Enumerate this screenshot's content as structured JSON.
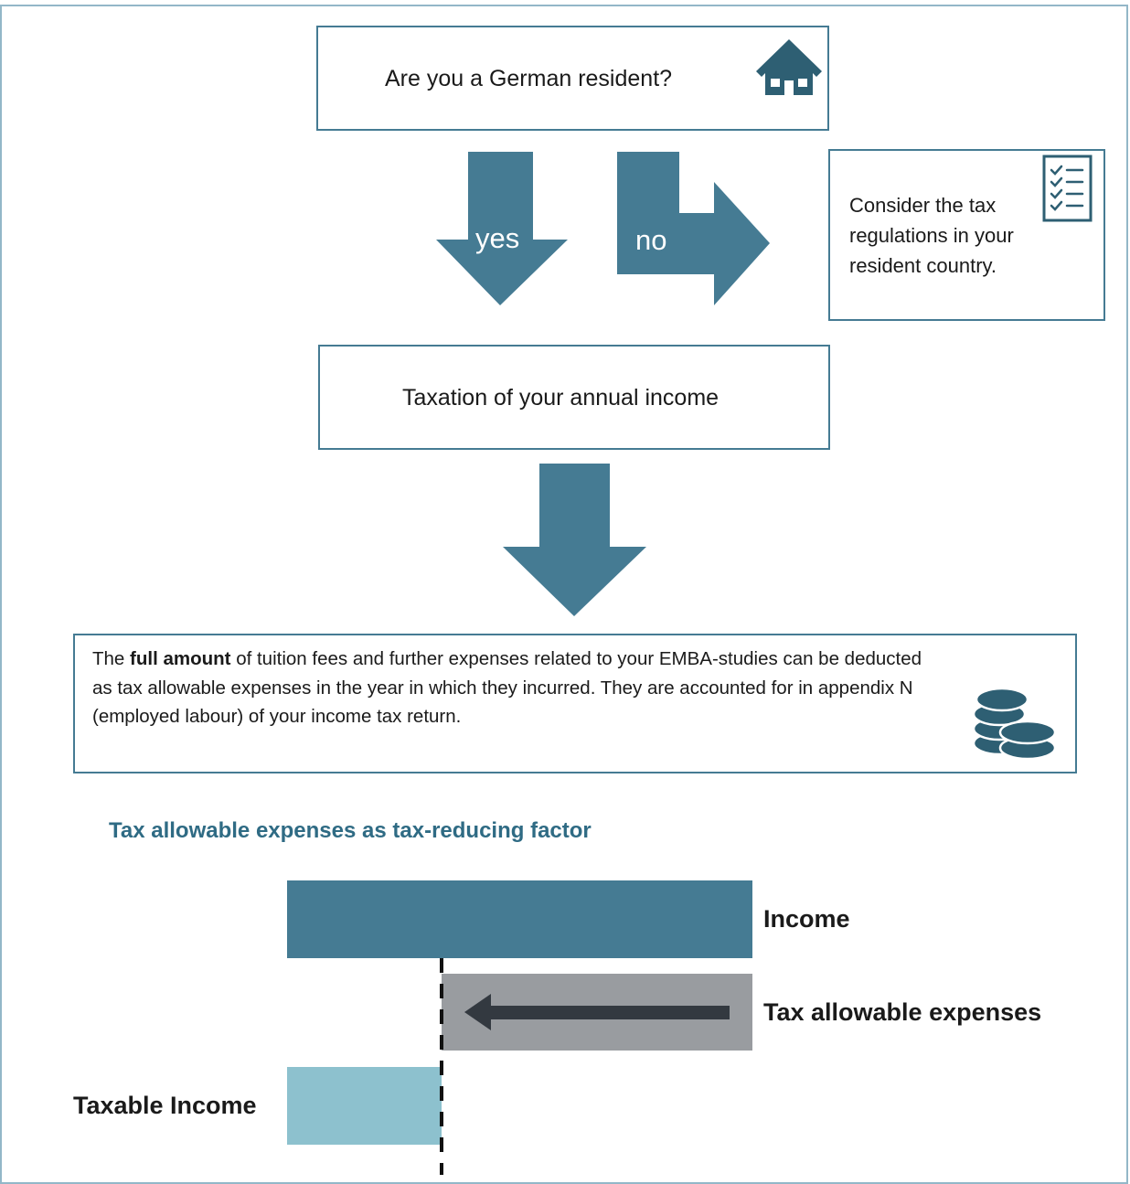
{
  "question": "Are you a German resident?",
  "yes_label": "yes",
  "no_label": "no",
  "side_note": "Consider the tax regulations in your resident country.",
  "taxation": "Taxation of your annual income",
  "info": {
    "pre": "The ",
    "bold": "full amount",
    "post": " of tuition fees and further expenses related to your EMBA-studies can be deducted as tax allowable expenses in the year in which they incurred. They are accounted for in appendix N (employed labour) of your income tax return."
  },
  "section_title": "Tax allowable expenses as tax-reducing factor",
  "bars": {
    "income": "Income",
    "expenses": "Tax allowable expenses",
    "taxable": "Taxable Income"
  },
  "colors": {
    "primary": "#457b93",
    "grey": "#999ca0",
    "light": "#8dc1ce",
    "dark": "#333940"
  },
  "icons": [
    "house-icon",
    "checklist-icon",
    "coins-icon",
    "arrow-left-icon"
  ]
}
